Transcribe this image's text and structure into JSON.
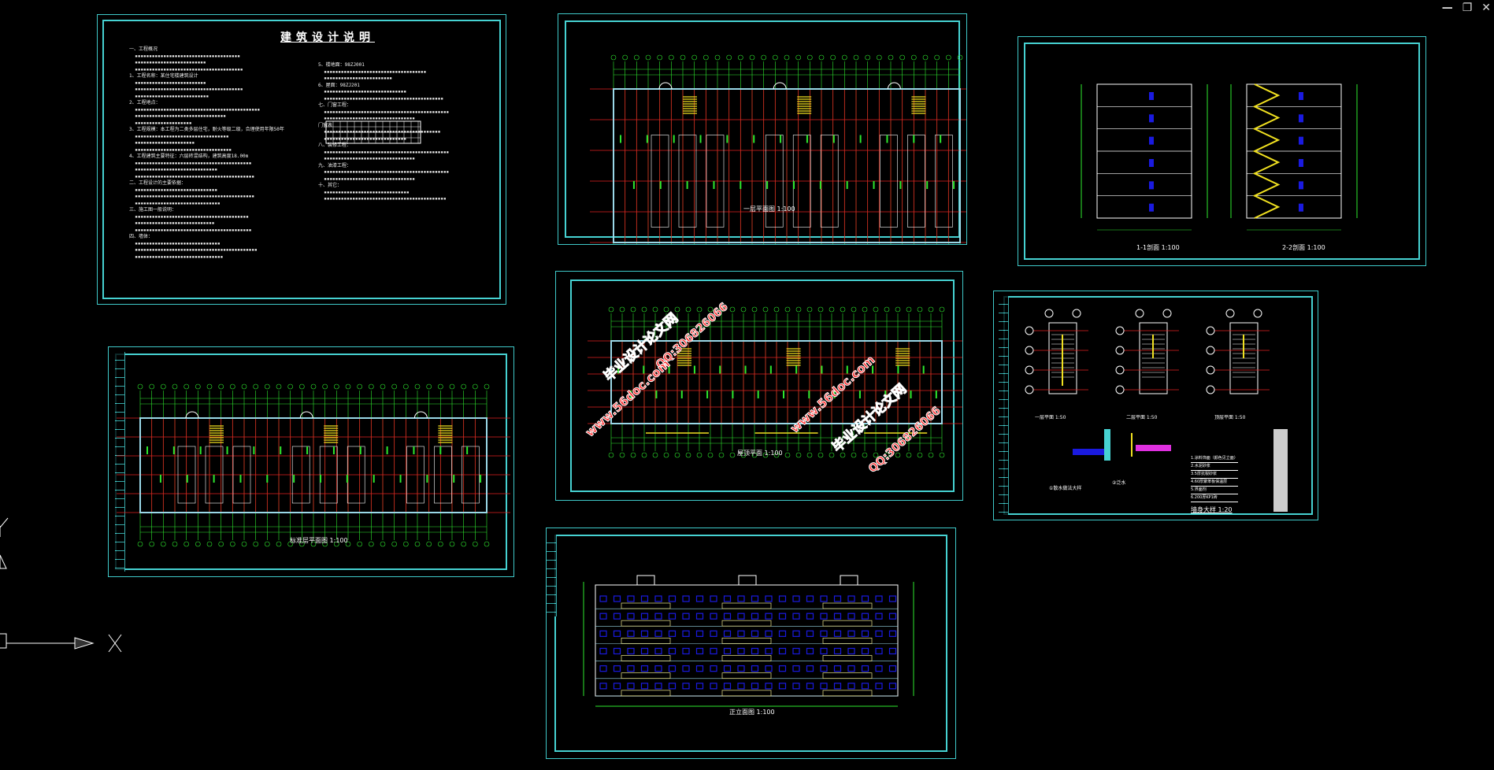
{
  "window_controls": {
    "minimize": "—",
    "restore": "❐",
    "close": "✕"
  },
  "ucs": {
    "x_label": "X"
  },
  "sheets": {
    "notes": {
      "title": "建筑设计说明",
      "left_lines": [
        "一、工程概况",
        "1、工程名称：某住宅楼建筑设计",
        "2、工程地点：",
        "3、工程规模：本工程为二类多层住宅，耐火等级二级，合理使用年限50年",
        "4、工程建筑主要特征：六层砖混结构，建筑高度18.00m",
        "二、工程设计的主要依据：",
        "三、施工图一般说明：",
        "四、墙体："
      ],
      "right_lines": [
        "5、楼地面：98ZJ001",
        "6、屋面：98ZJ201",
        "七、门窗工程：",
        "门窗表",
        "八、装修工程：",
        "九、油漆工程：",
        "十、其它："
      ]
    },
    "top_plan": {
      "scale_label": "一层平面图 1:100"
    },
    "sections": {
      "left_label": "1-1剖面 1:100",
      "right_label": "2-2剖面 1:100"
    },
    "left_plan": {
      "scale_label": "标准层平面图 1:100"
    },
    "roof_plan": {
      "scale_label": "屋顶平面 1:100"
    },
    "stair": {
      "labels": [
        "一层平面 1:50",
        "二层平面 1:50",
        "顶层平面 1:50"
      ],
      "detail1": "①散水做法大样",
      "detail2": "②泛水",
      "wall_title": "墙身大样 1:20",
      "wall_layers": [
        "1.涂料饰面（颜色见立面）",
        "2.水泥砂浆",
        "3.5厚抗裂砂浆",
        "4.60厚聚苯板保温层",
        "5.界面剂",
        "6.200厚KP1砖"
      ]
    },
    "elevation": {
      "scale_label": "正立面图 1:100"
    }
  },
  "watermark": {
    "site": "毕业设计论文网",
    "url": "www.56doc.com",
    "qq": "QQ:306826066"
  },
  "colors": {
    "frame": "#46d2d2",
    "dim": "#2ee82e",
    "axis": "#e02020",
    "wall": "#9ad8e8",
    "window": "#1a1ae0",
    "stair": "#f0e020"
  }
}
